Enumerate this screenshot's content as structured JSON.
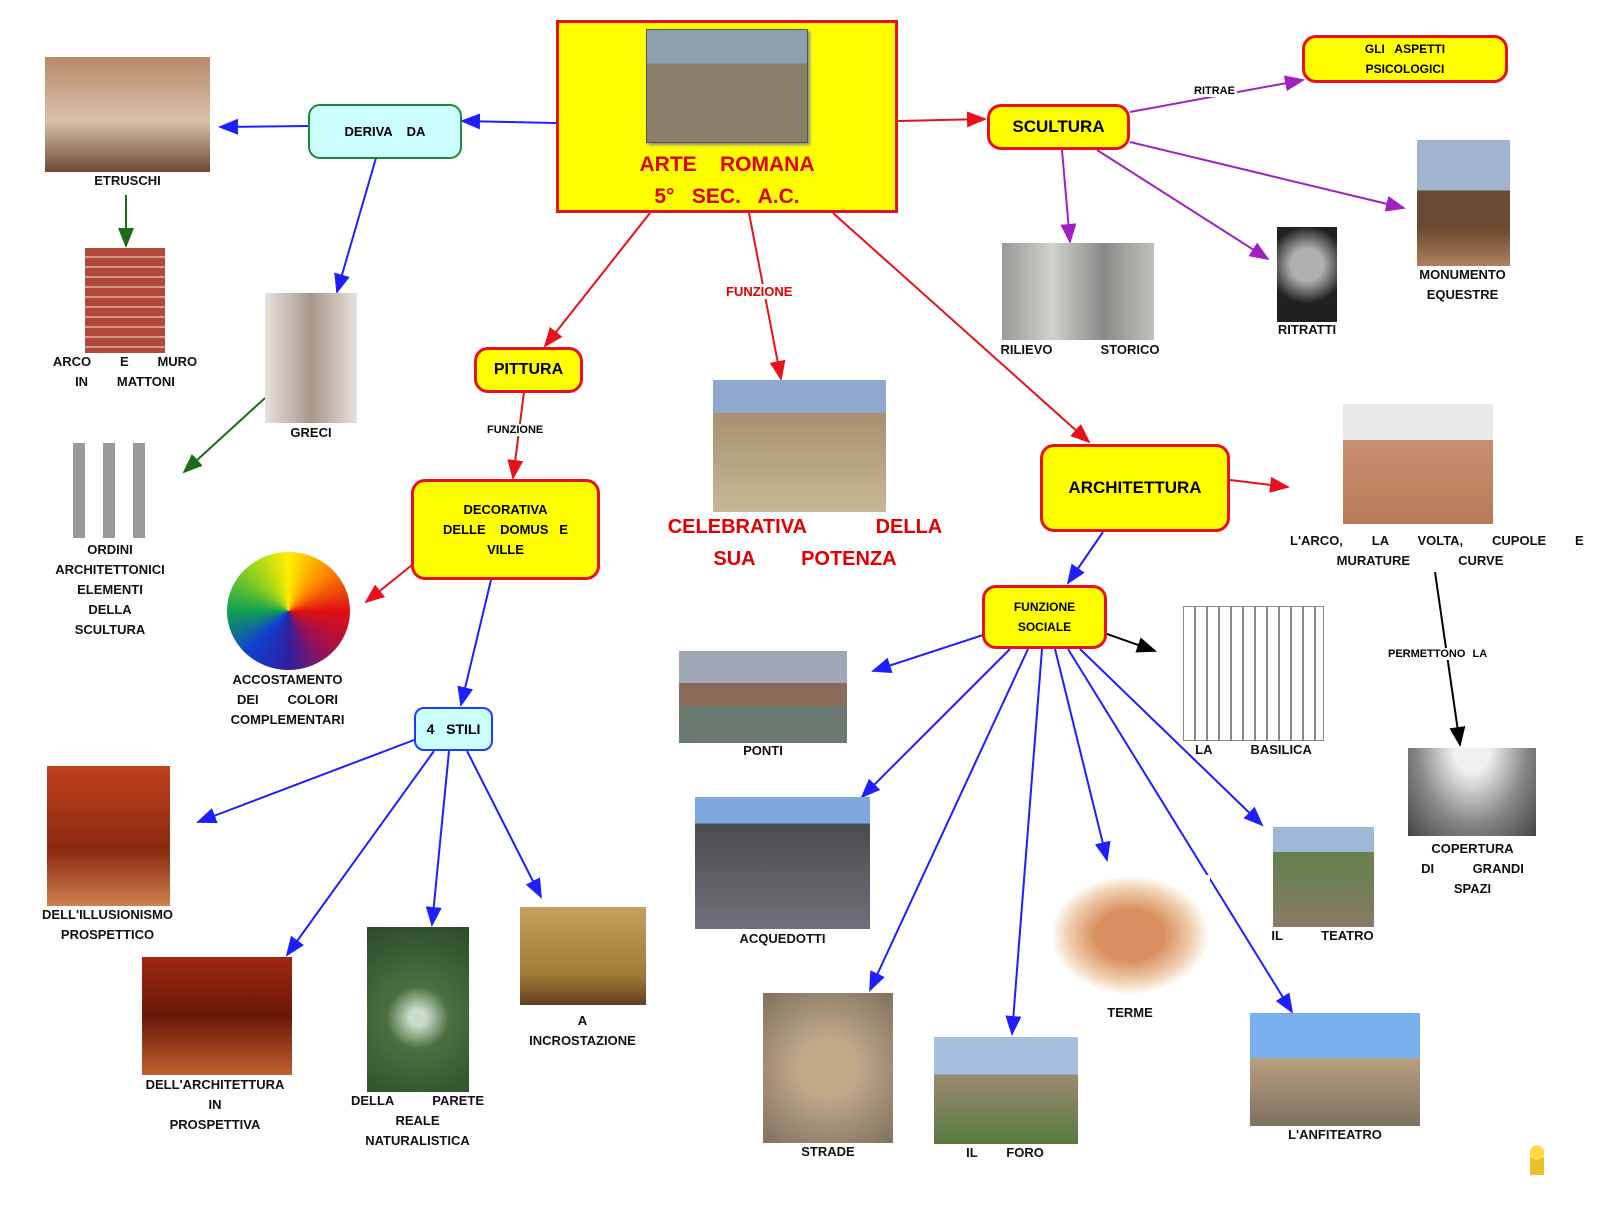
{
  "central": {
    "title": "ARTE    ROMANA",
    "subtitle": "5°   SEC.   A.C."
  },
  "nodes": {
    "deriva": "DERIVA    DA",
    "scultura": "SCULTURA",
    "psicologici": "GLI   ASPETTI\nPSICOLOGICI",
    "pittura": "PITTURA",
    "decorativa": "DECORATIVA\nDELLE    DOMUS   E\nVILLE",
    "architettura": "ARCHITETTURA",
    "funzione_sociale": "FUNZIONE\nSOCIALE",
    "stili": "4   STILI"
  },
  "link_labels": {
    "ritrae": "RITRAE",
    "funzione_center": "FUNZIONE",
    "funzione_pittura": "FUNZIONE",
    "permettono": "PERMETTONO     LA"
  },
  "labels": {
    "etruschi": "ETRUSCHI",
    "arco_muro": "ARCO   E   MURO\nIN   MATTONI",
    "greci": "GRECI",
    "ordini": "ORDINI\nARCHITETTONICI\nELEMENTI\nDELLA\nSCULTURA",
    "accostamento": "ACCOSTAMENTO\nDEI   COLORI\nCOMPLEMENTARI",
    "celebrativa": "CELEBRATIVA      DELLA\nSUA    POTENZA",
    "illusionismo": "DELL'ILLUSIONISMO\nPROSPETTICO",
    "arch_prosp": "DELL'ARCHITETTURA\nIN\nPROSPETTIVA",
    "parete": "DELLA    PARETE\nREALE\nNATURALISTICA",
    "incrostazione": "A\nINCROSTAZIONE",
    "rilievo": "RILIEVO     STORICO",
    "ritratti": "RITRATTI",
    "monumento": "MONUMENTO\nEQUESTRE",
    "arco_volta": "L'ARCO,   LA   VOLTA,   CUPOLE   E\nMURATURE     CURVE",
    "ponti": "PONTI",
    "basilica": "LA    BASILICA",
    "acquedotti": "ACQUEDOTTI",
    "terme": "TERME",
    "teatro": "IL    TEATRO",
    "copertura": "COPERTURA\nDI    GRANDI\nSPAZI",
    "strade": "STRADE",
    "foro": "IL   FORO",
    "anfiteatro": "L'ANFITEATRO"
  },
  "colors": {
    "yellow": "#ffff00",
    "red": "#e8101a",
    "cyan": "#ccffff",
    "blue": "#1e1eff",
    "purple": "#a020c0",
    "green": "#1a6a1a"
  }
}
